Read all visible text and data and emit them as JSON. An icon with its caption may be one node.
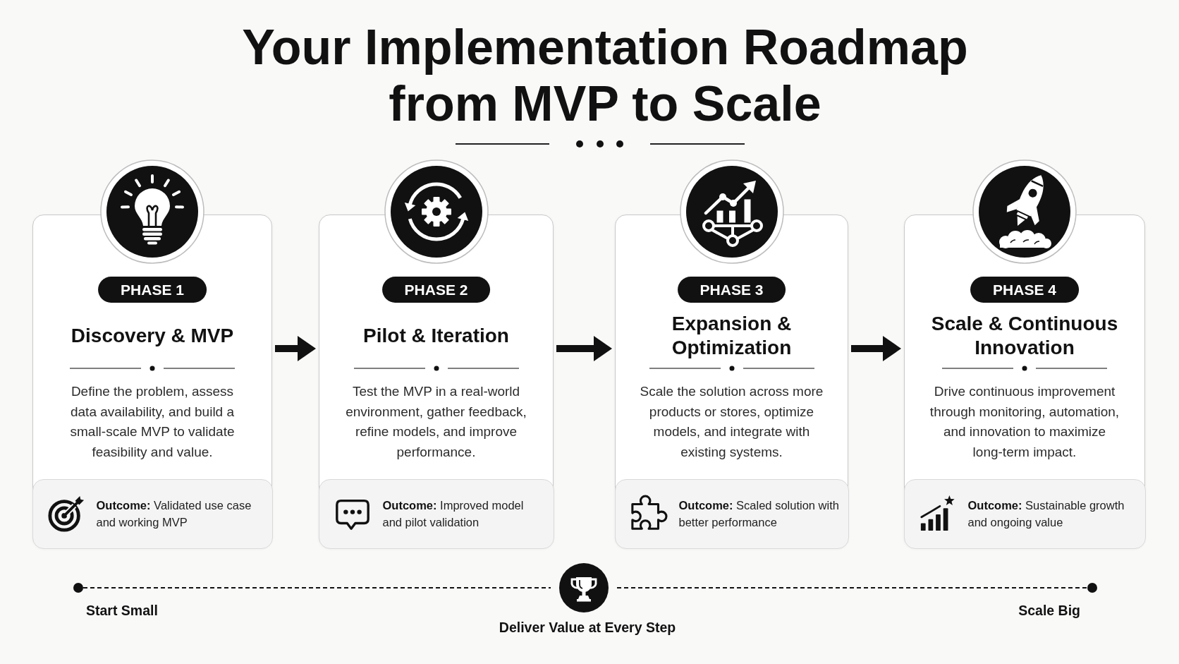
{
  "diagram": {
    "title": "Your Implementation Roadmap from MVP to Scale",
    "nodes": [
      {
        "text": [
          "Discovery & MVP",
          "Define the problem, assess data availability, and build a small-scale MVP to validate feasibility and value."
        ]
      },
      {
        "text": [
          "PHASE 1"
        ],
        "in": 0
      },
      {
        "text": [
          "**Outcome:** Validated use case and working MVP"
        ],
        "in": 0
      },
      {
        "text": [
          "Pilot & Iteration",
          "Test the MVP in a real-world environment, gather feedback, refine models, and improve performance."
        ]
      },
      {
        "text": [
          "PHASE 2"
        ],
        "in": 3
      },
      {
        "text": [
          "**Outcome:** Improved model and pilot validation"
        ],
        "in": 3
      },
      {
        "text": [
          "Expansion & Optimization",
          "Scale the solution across more products or stores, optimize models, and integrate with existing systems."
        ]
      },
      {
        "text": [
          "PHASE 3"
        ],
        "in": 6
      },
      {
        "text": [
          "**Outcome:** Scaled solution with better performance"
        ],
        "in": 6
      },
      {
        "text": [
          "Scale & Continuous Innovation",
          "Drive continuous improvement through monitoring, automation, and innovation to maximize long-term impact."
        ]
      },
      {
        "text": [
          "PHASE 4"
        ],
        "in": 9
      },
      {
        "text": [
          "**Outcome:** Sustainable growth and ongoing value"
        ],
        "in": 9
      },
      {
        "text": [],
        "shape": "circle",
        "beside": [
          "Start Small"
        ]
      },
      {
        "text": [],
        "shape": "circle",
        "beside": [
          "Deliver Value at Every Step"
        ]
      },
      {
        "text": [],
        "shape": "circle",
        "beside": [
          "Scale Big"
        ]
      }
    ],
    "edges": [
      {
        "from": 0,
        "to": 3,
        "arrow": "to"
      },
      {
        "from": 3,
        "to": 6,
        "arrow": "to"
      },
      {
        "from": 6,
        "to": 9,
        "arrow": "to"
      },
      {
        "from": 12,
        "to": 13,
        "arrow": "none",
        "style": "dashed"
      },
      {
        "from": 13,
        "to": 14,
        "arrow": "none",
        "style": "dashed"
      }
    ]
  }
}
